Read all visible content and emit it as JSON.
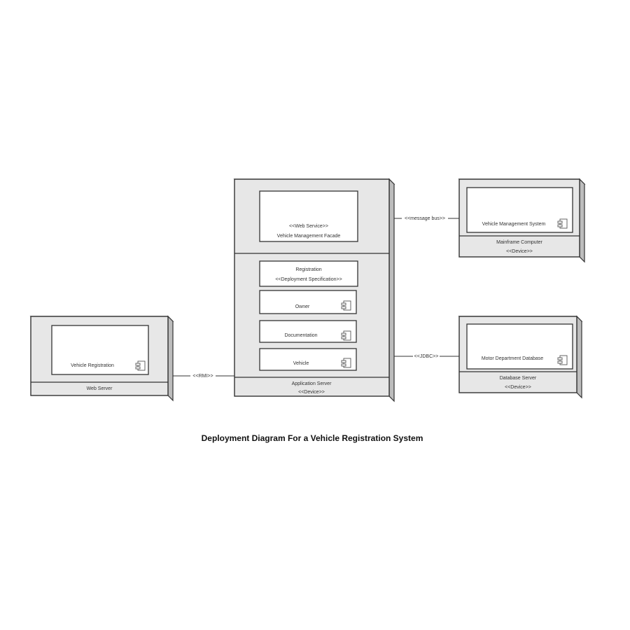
{
  "title": "Deployment Diagram For a Vehicle Registration System",
  "nodes": {
    "web_server": {
      "stereotype": "",
      "name": "Web Server",
      "component": "Vehicle Registration"
    },
    "application_server": {
      "stereotype": "<<Device>>",
      "name": "Application Server",
      "facade": {
        "stereotype": "<<Web Service>>",
        "name": "Vehicle Management Facade"
      },
      "spec": {
        "stereotype": "<<Deployment Specification>>",
        "name": "Registration"
      },
      "components": [
        "Owner",
        "Documentation",
        "Vehicle"
      ]
    },
    "mainframe": {
      "stereotype": "<<Device>>",
      "name": "Mainframe Computer",
      "component": "Vehicle Management System"
    },
    "database_server": {
      "stereotype": "<<Device>>",
      "name": "Database Server",
      "component": "Motor Department Database"
    }
  },
  "connections": {
    "rmi": "<<RMI>>",
    "message_bus": "<<message bus>>",
    "jdbc": "<<JDBC>>"
  },
  "icons": [
    "component-icon"
  ]
}
